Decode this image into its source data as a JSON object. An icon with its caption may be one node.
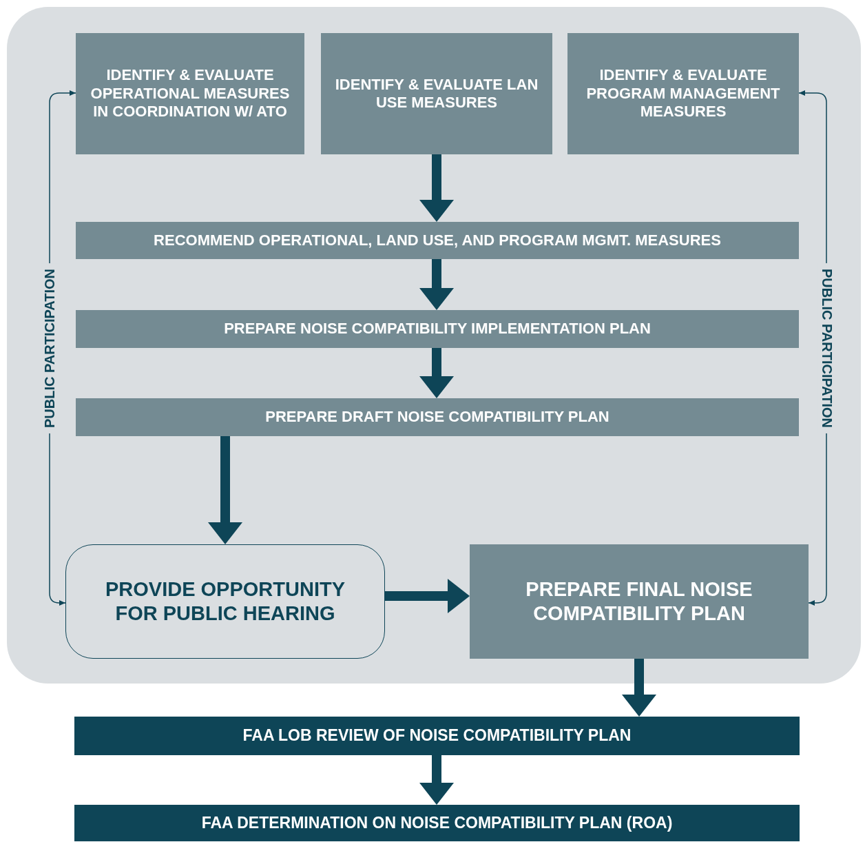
{
  "diagram": {
    "nodes": [
      {
        "text": [],
        "shape": "box"
      },
      {
        "text": [
          "IDENTIFY & EVALUATE OPERATIONAL MEASURES IN COORDINATION W/ ATO"
        ],
        "in": 0
      },
      {
        "text": [
          "IDENTIFY & EVALUATE LAN USE MEASURES"
        ],
        "in": 0
      },
      {
        "text": [
          "IDENTIFY & EVALUATE PROGRAM MANAGEMENT MEASURES"
        ],
        "in": 0
      },
      {
        "text": [
          "RECOMMEND OPERATIONAL, LAND USE, AND PROGRAM MGMT. MEASURES"
        ],
        "in": 0
      },
      {
        "text": [
          "PREPARE NOISE COMPATIBILITY IMPLEMENTATION PLAN"
        ],
        "in": 0
      },
      {
        "text": [
          "PREPARE DRAFT NOISE COMPATIBILITY PLAN"
        ],
        "in": 0
      },
      {
        "text": [
          "PROVIDE OPPORTUNITY FOR PUBLIC HEARING"
        ],
        "in": 0
      },
      {
        "text": [
          "PREPARE FINAL NOISE COMPATIBILITY PLAN"
        ],
        "in": 0
      },
      {
        "text": [
          "FAA LOB REVIEW OF NOISE COMPATIBILITY PLAN"
        ]
      },
      {
        "text": [
          "FAA DETERMINATION ON NOISE COMPATIBILITY PLAN (ROA)"
        ]
      }
    ],
    "edges": [
      {
        "from": 2,
        "to": 4,
        "arrow": "to"
      },
      {
        "from": 4,
        "to": 5,
        "arrow": "to"
      },
      {
        "from": 5,
        "to": 6,
        "arrow": "to"
      },
      {
        "from": 6,
        "to": 7,
        "arrow": "to"
      },
      {
        "from": 7,
        "to": 8,
        "arrow": "to"
      },
      {
        "from": 8,
        "to": 9,
        "arrow": "to"
      },
      {
        "from": 9,
        "to": 10,
        "arrow": "to"
      },
      {
        "from": 1,
        "to": 7,
        "arrow": "both",
        "label": "PUBLIC PARTICIPATION"
      },
      {
        "from": 3,
        "to": 8,
        "arrow": "both",
        "label": "PUBLIC PARTICIPATION"
      }
    ]
  }
}
